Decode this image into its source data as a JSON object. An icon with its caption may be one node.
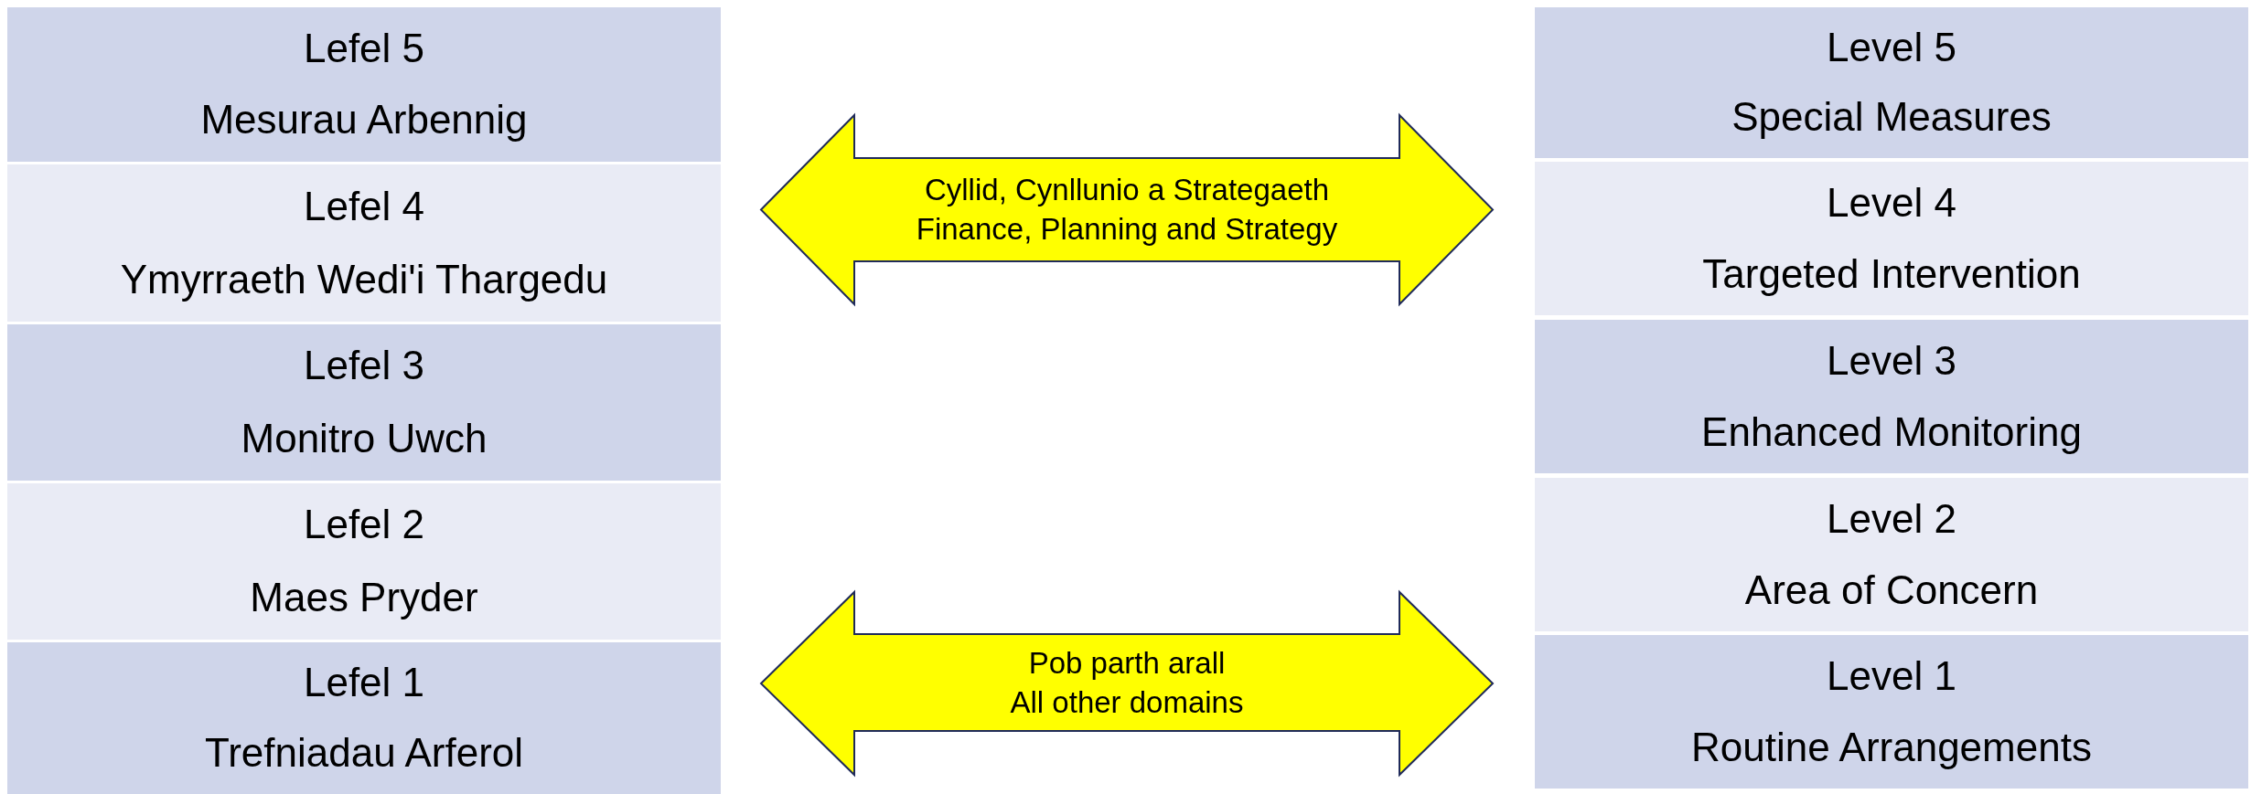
{
  "diagram": {
    "nodes": [
      {
        "text": [
          "Lefel 5",
          "Mesurau Arbennig"
        ]
      },
      {
        "text": [
          "Lefel 4",
          "Ymyrraeth Wedi'i Thargedu"
        ]
      },
      {
        "text": [
          "Lefel 3",
          "Monitro Uwch"
        ]
      },
      {
        "text": [
          "Lefel 2",
          "Maes Pryder"
        ]
      },
      {
        "text": [
          "Lefel 1",
          "Trefniadau Arferol"
        ]
      },
      {
        "text": [
          "Cyllid, Cynllunio a Strategaeth",
          "Finance, Planning and Strategy"
        ]
      },
      {
        "text": [
          "Pob parth arall",
          "All other domains"
        ]
      },
      {
        "text": [
          "Level 5",
          "Special Measures"
        ]
      },
      {
        "text": [
          "Level 4",
          "Targeted Intervention"
        ]
      },
      {
        "text": [
          "Level 3",
          "Enhanced Monitoring"
        ]
      },
      {
        "text": [
          "Level 2",
          "Area of Concern"
        ]
      },
      {
        "text": [
          "Level 1",
          "Routine Arrangements"
        ]
      }
    ]
  }
}
